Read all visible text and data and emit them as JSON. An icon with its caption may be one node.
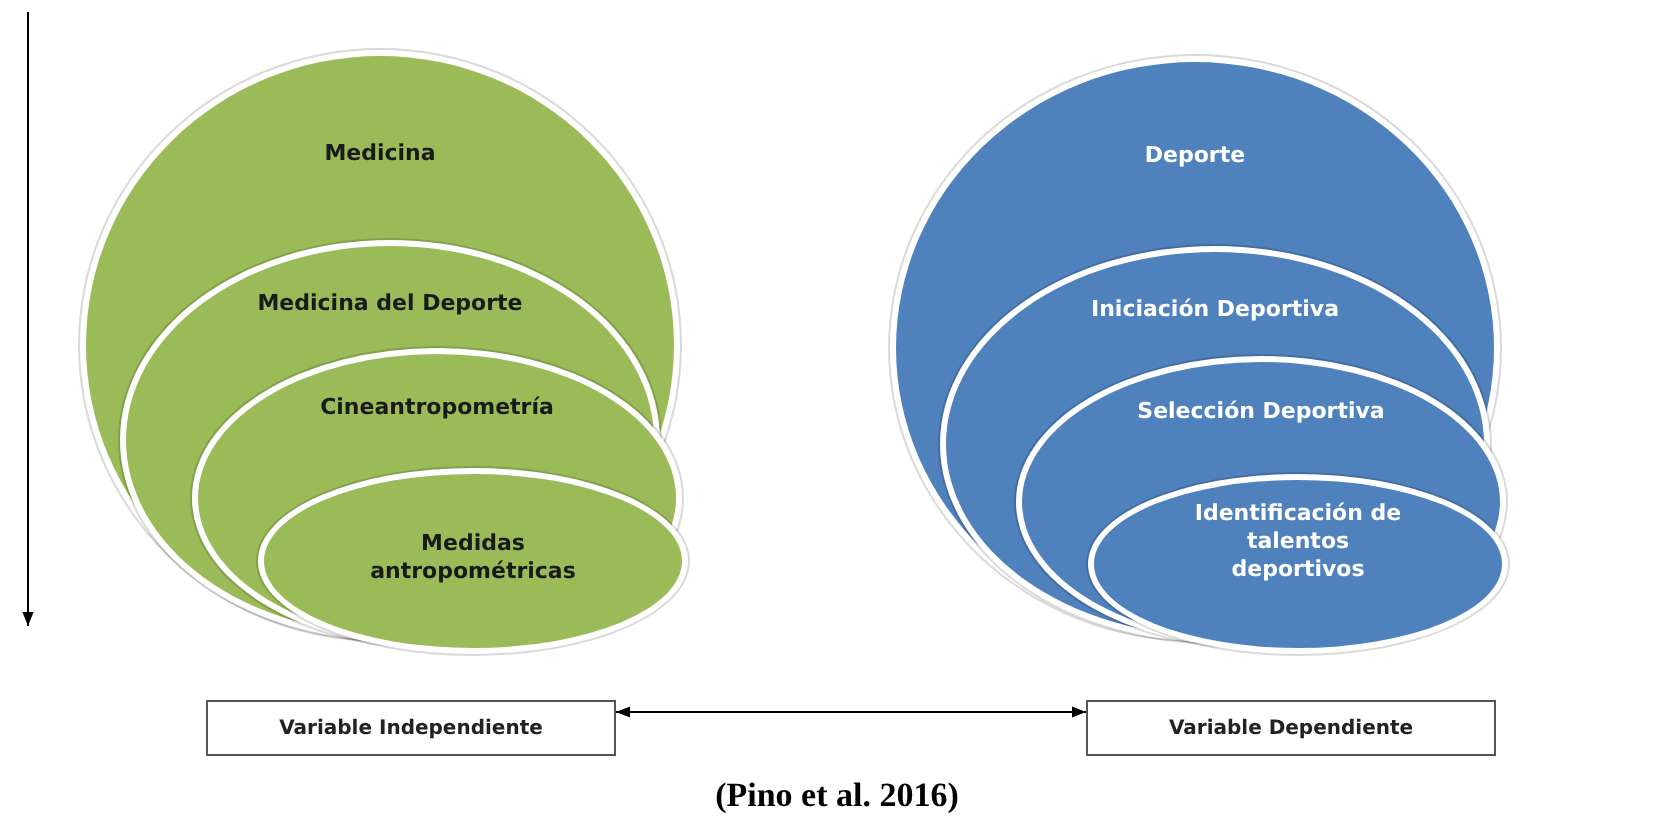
{
  "diagram": {
    "caption": "(Pino et al. 2016)",
    "nodes": [
      {
        "text": [
          "Medicina"
        ]
      },
      {
        "text": [
          "Medicina del Deporte"
        ],
        "in": 0
      },
      {
        "text": [
          "Cineantropometría"
        ],
        "in": 1
      },
      {
        "text": [
          "Medidas antropométricas"
        ],
        "in": 2
      },
      {
        "text": [
          "Deporte"
        ]
      },
      {
        "text": [
          "Iniciación Deportiva"
        ],
        "in": 4
      },
      {
        "text": [
          "Selección Deportiva"
        ],
        "in": 5
      },
      {
        "text": [
          "Identificación de talentos deportivos"
        ],
        "in": 6
      },
      {
        "text": [
          "Variable Independiente"
        ]
      },
      {
        "text": [
          "Variable Dependiente"
        ]
      }
    ],
    "edges": [
      {
        "from": 8,
        "to": 9,
        "arrow": "both"
      }
    ]
  }
}
